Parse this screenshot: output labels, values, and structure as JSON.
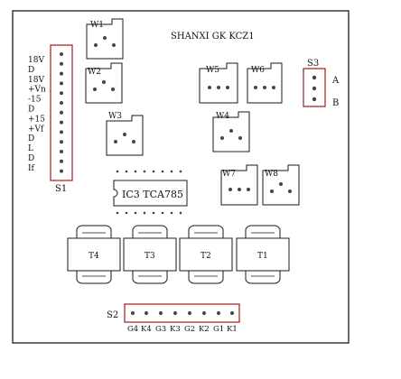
{
  "board": {
    "title": "SHANXI   GK   KCZ1"
  },
  "connectors": {
    "s1": {
      "label": "S1",
      "pin_labels": [
        "18V",
        "D",
        "18V",
        "+Vn",
        "-15",
        "D",
        "+15",
        "+Vf",
        "D",
        "L",
        "D",
        "If"
      ]
    },
    "s2": {
      "label": "S2",
      "pin_labels": [
        "G4",
        "K4",
        "G3",
        "K3",
        "G2",
        "K2",
        "G1",
        "K1"
      ]
    },
    "s3": {
      "label": "S3",
      "pin_labels": [
        "A",
        "B"
      ]
    }
  },
  "potentiometers": [
    {
      "label": "W1"
    },
    {
      "label": "W2"
    },
    {
      "label": "W3"
    },
    {
      "label": "W4"
    },
    {
      "label": "W5"
    },
    {
      "label": "W6"
    },
    {
      "label": "W7"
    },
    {
      "label": "W8"
    }
  ],
  "ic": {
    "label": "IC3  TCA785"
  },
  "transformers": [
    {
      "label": "T4"
    },
    {
      "label": "T3"
    },
    {
      "label": "T2"
    },
    {
      "label": "T1"
    }
  ],
  "colors": {
    "outline": "#1a1a1a",
    "connector": "#a01818",
    "background": "#ffffff"
  }
}
